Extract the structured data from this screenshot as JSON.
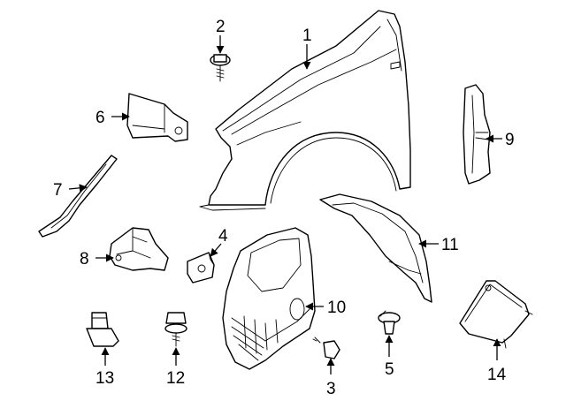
{
  "callouts": [
    {
      "id": "c1",
      "label": "1"
    },
    {
      "id": "c2",
      "label": "2"
    },
    {
      "id": "c3",
      "label": "3"
    },
    {
      "id": "c4",
      "label": "4"
    },
    {
      "id": "c5",
      "label": "5"
    },
    {
      "id": "c6",
      "label": "6"
    },
    {
      "id": "c7",
      "label": "7"
    },
    {
      "id": "c8",
      "label": "8"
    },
    {
      "id": "c9",
      "label": "9"
    },
    {
      "id": "c10",
      "label": "10"
    },
    {
      "id": "c11",
      "label": "11"
    },
    {
      "id": "c12",
      "label": "12"
    },
    {
      "id": "c13",
      "label": "13"
    },
    {
      "id": "c14",
      "label": "14"
    }
  ],
  "colors": {
    "ink": "#000000",
    "background": "#ffffff"
  }
}
